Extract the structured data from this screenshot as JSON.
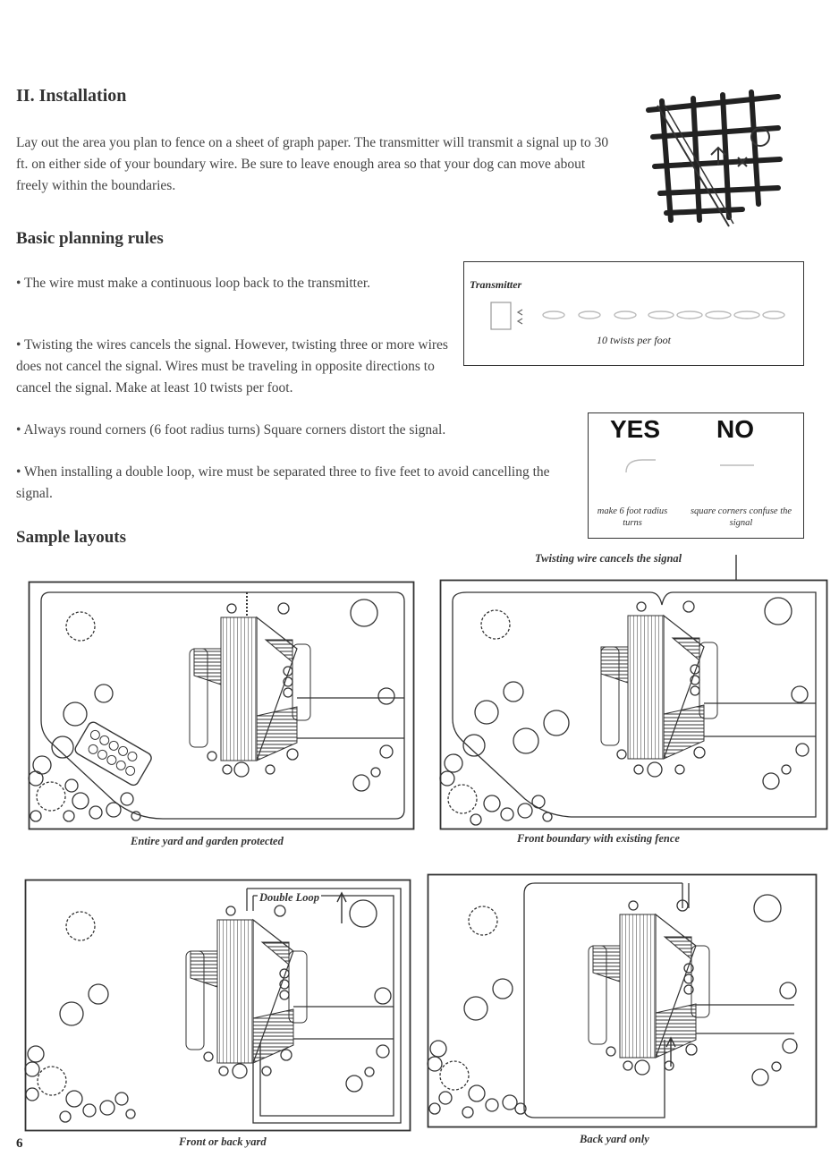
{
  "section_title": "II. Installation",
  "intro": "Lay out the area you plan to fence on a sheet of graph paper. The transmitter will transmit a signal up to 30 ft. on either side of your boundary wire. Be sure to leave enough area so that your dog can move about freely within the boundaries.",
  "planning": {
    "heading": "Basic planning rules",
    "rule1": "• The wire must make a continuous loop back to the transmitter.",
    "rule2": "• Twisting the wires cancels the signal.  However, twisting three or more wires does not cancel the signal. Wires must be traveling in opposite directions to cancel the signal.  Make at least 10 twists per foot.",
    "rule3": "• Always round corners (6 foot  radius turns) Square corners distort the signal.",
    "rule4": "• When installing a double loop, wire must be separated three to five feet to avoid cancelling the signal."
  },
  "twist_figure": {
    "label": "Transmitter",
    "caption": "10 twists per foot"
  },
  "corner_figure": {
    "yes": "YES",
    "no": "NO",
    "yes_caption": "make 6 foot radius turns",
    "no_caption": "square corners confuse the signal"
  },
  "samples": {
    "heading": "Sample layouts",
    "twist_note": "Twisting wire cancels the signal",
    "double_loop": "Double Loop",
    "captions": [
      "Entire yard and garden protected",
      "Front boundary with existing fence",
      "Front or back yard",
      "Back yard only"
    ]
  },
  "page_number": "6"
}
